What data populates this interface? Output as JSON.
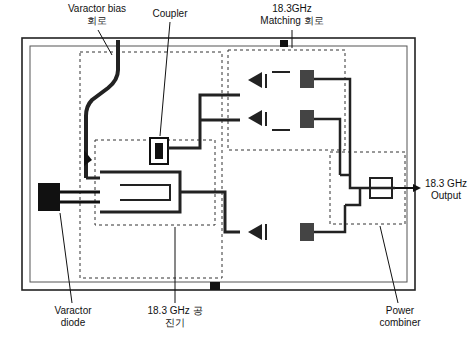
{
  "diagram": {
    "labels": [
      "Varactor bias 회로",
      "Coupler",
      "18.3GHz Matching 회로",
      "18.3 GHz Output",
      "Varactor diode",
      "18.3 GHz 공진기",
      "Power combiner"
    ]
  }
}
